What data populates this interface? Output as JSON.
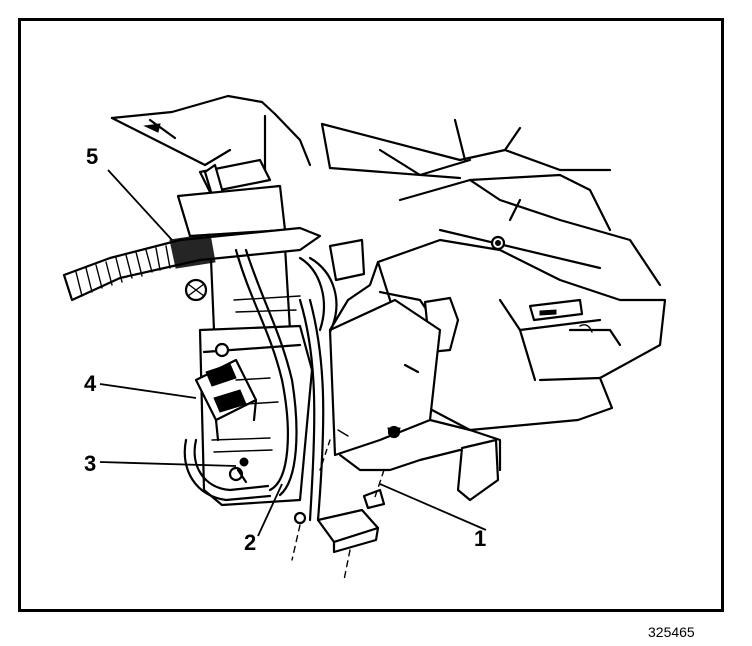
{
  "callouts": [
    {
      "id": "1",
      "text": "1"
    },
    {
      "id": "2",
      "text": "2"
    },
    {
      "id": "3",
      "text": "3"
    },
    {
      "id": "4",
      "text": "4"
    },
    {
      "id": "5",
      "text": "5"
    }
  ],
  "reference_number": "325465"
}
